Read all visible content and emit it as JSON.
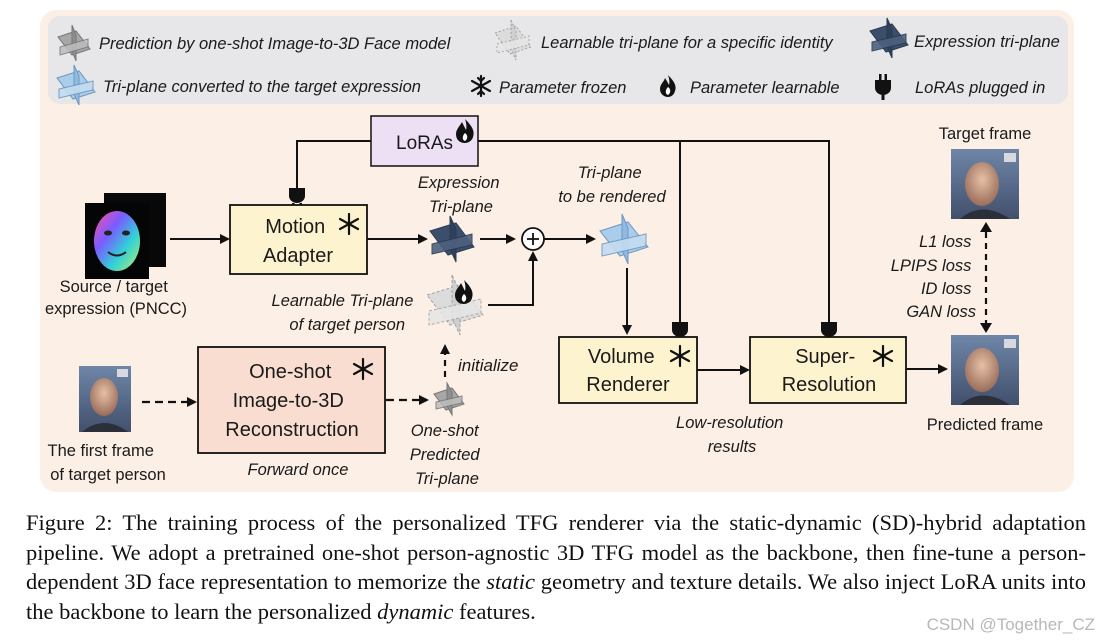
{
  "legend": {
    "prediction": "Prediction by one-shot Image-to-3D Face model",
    "learnable": "Learnable tri-plane for a specific identity",
    "expression": "Expression tri-plane",
    "converted": "Tri-plane converted to the target expression",
    "frozen": "Parameter frozen",
    "learnable_param": "Parameter learnable",
    "lora_plugged": "LoRAs plugged in"
  },
  "nodes": {
    "loras": "LoRAs",
    "motion_adapter": [
      "Motion",
      "Adapter"
    ],
    "volume_renderer": [
      "Volume",
      "Renderer"
    ],
    "super_resolution": [
      "Super-",
      "Resolution"
    ],
    "one_shot": [
      "One-shot",
      "Image-to-3D",
      "Reconstruction"
    ]
  },
  "labels": {
    "expression_triplane": [
      "Expression",
      "Tri-plane"
    ],
    "triplane_rendered": [
      "Tri-plane",
      "to be rendered"
    ],
    "source_target": [
      "Source / target",
      "expression (PNCC)"
    ],
    "learnable_triplane": [
      "Learnable Tri-plane",
      "of target person"
    ],
    "initialize": "initialize",
    "first_frame": [
      "The first frame",
      "of target person"
    ],
    "forward_once": "Forward once",
    "one_shot_predicted": [
      "One-shot",
      "Predicted",
      "Tri-plane"
    ],
    "low_res": [
      "Low-resolution",
      "results"
    ],
    "target_frame": "Target frame",
    "predicted_frame": "Predicted frame",
    "losses": [
      "L1 loss",
      "LPIPS loss",
      "ID loss",
      "GAN loss"
    ]
  },
  "caption": {
    "part1": "Figure 2: The training process of the personalized TFG renderer via the static-dynamic (SD)-hybrid adaptation pipeline. We adopt a pretrained one-shot person-agnostic 3D TFG model as the backbone, then fine-tune a person-dependent 3D face representation to memorize the ",
    "em1": "static",
    "part2": " geometry and texture details. We also inject LoRA units into the backbone to learn the personalized ",
    "em2": "dynamic",
    "part3": " features."
  },
  "watermark": "CSDN @Together_CZ",
  "colors": {
    "panel_bg": "#fcefe6",
    "legend_bg": "#e7e7ea",
    "module_fill": "#fdf3cf",
    "recon_fill": "#f8ddd0",
    "loras_fill": "#ede0f5",
    "expression_plane": "#3c4f6a",
    "converted_plane": "#a9cdea",
    "learnable_plane": "#dcdcdc",
    "prediction_plane": "#a7a7a7"
  }
}
